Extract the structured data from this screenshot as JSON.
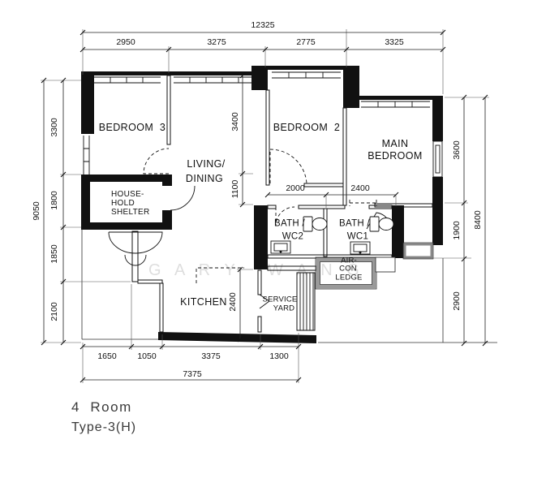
{
  "title": {
    "line1": "4  Room",
    "line2": "Type-3(H)"
  },
  "watermark": "G A R Y   W A N G",
  "rooms": {
    "bedroom3": "BEDROOM  3",
    "living": [
      "LIVING/",
      "DINING"
    ],
    "bedroom2": "BEDROOM  2",
    "main_bedroom": [
      "MAIN",
      "BEDROOM"
    ],
    "household_shelter": [
      "HOUSE-",
      "HOLD",
      "SHELTER"
    ],
    "bath_wc2": [
      "BATH /",
      "WC2"
    ],
    "bath_wc1": [
      "BATH /",
      "WC1"
    ],
    "aircon_ledge": [
      "AIR-",
      "CON",
      "LEDGE"
    ],
    "service_yard": [
      "SERVICE",
      "YARD"
    ],
    "kitchen": "KITCHEN"
  },
  "dimensions": {
    "top": {
      "total": "12325",
      "segments": [
        "2950",
        "3275",
        "2775",
        "3325"
      ]
    },
    "left": {
      "total": "9050",
      "segments": [
        "3300",
        "1800",
        "1850",
        "2100"
      ]
    },
    "right": {
      "total": "8400",
      "segments": [
        "3600",
        "1900",
        "2900"
      ]
    },
    "bottom": {
      "total": "7375",
      "segments": [
        "1650",
        "1050",
        "3375",
        "1300"
      ]
    },
    "interior": {
      "living_depth": "3400",
      "living_recess": "1100",
      "hall_left": "2000",
      "hall_right": "2400",
      "kitchen_depth": "2400"
    }
  }
}
